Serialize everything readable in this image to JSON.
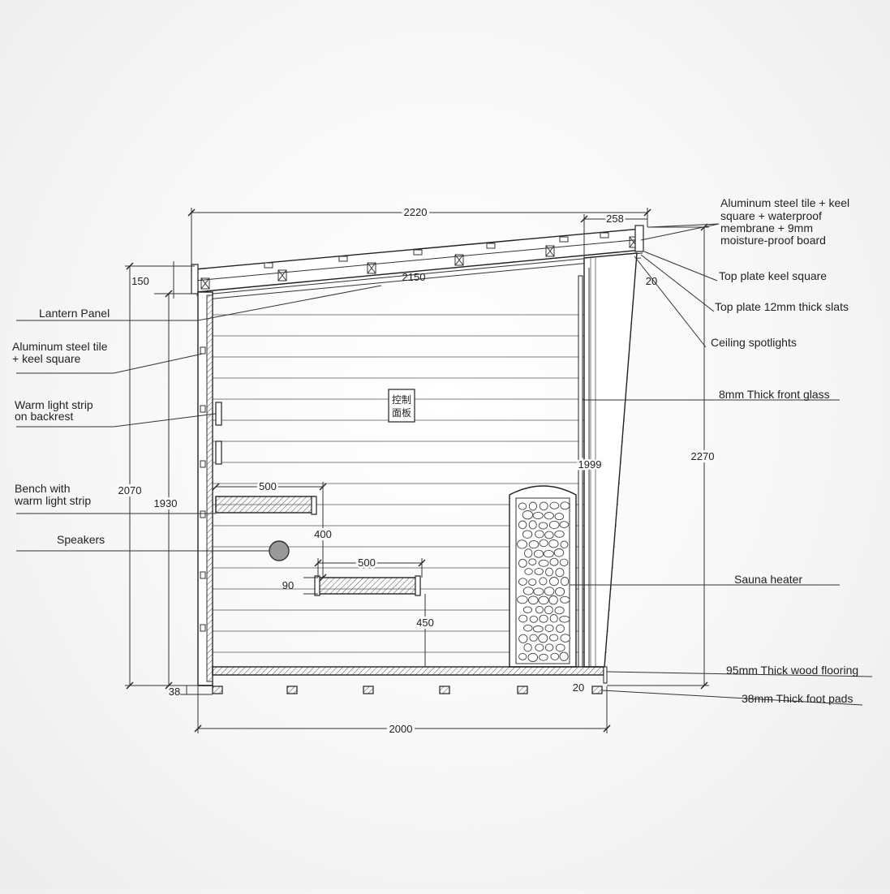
{
  "dimensions": {
    "top_width": "2220",
    "roof_overhang": "258",
    "roof_length": "2150",
    "gap": "20",
    "roof_thickness": "150",
    "left_height": "2070",
    "inner_height": "1930",
    "right_height": "2270",
    "glass_height": "1999",
    "upper_bench_width": "500",
    "bench_spacing": "400",
    "lower_bench_width": "500",
    "bench_depth": "90",
    "lower_bench_height": "450",
    "foot_pad": "38",
    "floor_gap": "20",
    "base_width": "2000"
  },
  "labels": {
    "roof_tile_line1": "Aluminum steel tile + keel",
    "roof_tile_line2": "square + waterproof",
    "roof_tile_line3": "membrane + 9mm",
    "roof_tile_line4": "moisture-proof board",
    "top_plate_keel": "Top plate keel square",
    "top_plate_slats": "Top plate 12mm thick slats",
    "ceiling_spotlights": "Ceiling spotlights",
    "front_glass": "8mm Thick front glass",
    "sauna_heater": "Sauna heater",
    "wood_flooring": "95mm Thick wood flooring",
    "foot_pads": "38mm Thick foot pads",
    "lantern_panel": "Lantern Panel",
    "wall_tile_line1": "Aluminum steel tile",
    "wall_tile_line2": "+ keel square",
    "backrest_line1": "Warm light strip",
    "backrest_line2": "on backrest",
    "bench_line1": "Bench with",
    "bench_line2": "warm light strip",
    "speakers": "Speakers",
    "control_panel_line1": "控制",
    "control_panel_line2": "面板"
  }
}
